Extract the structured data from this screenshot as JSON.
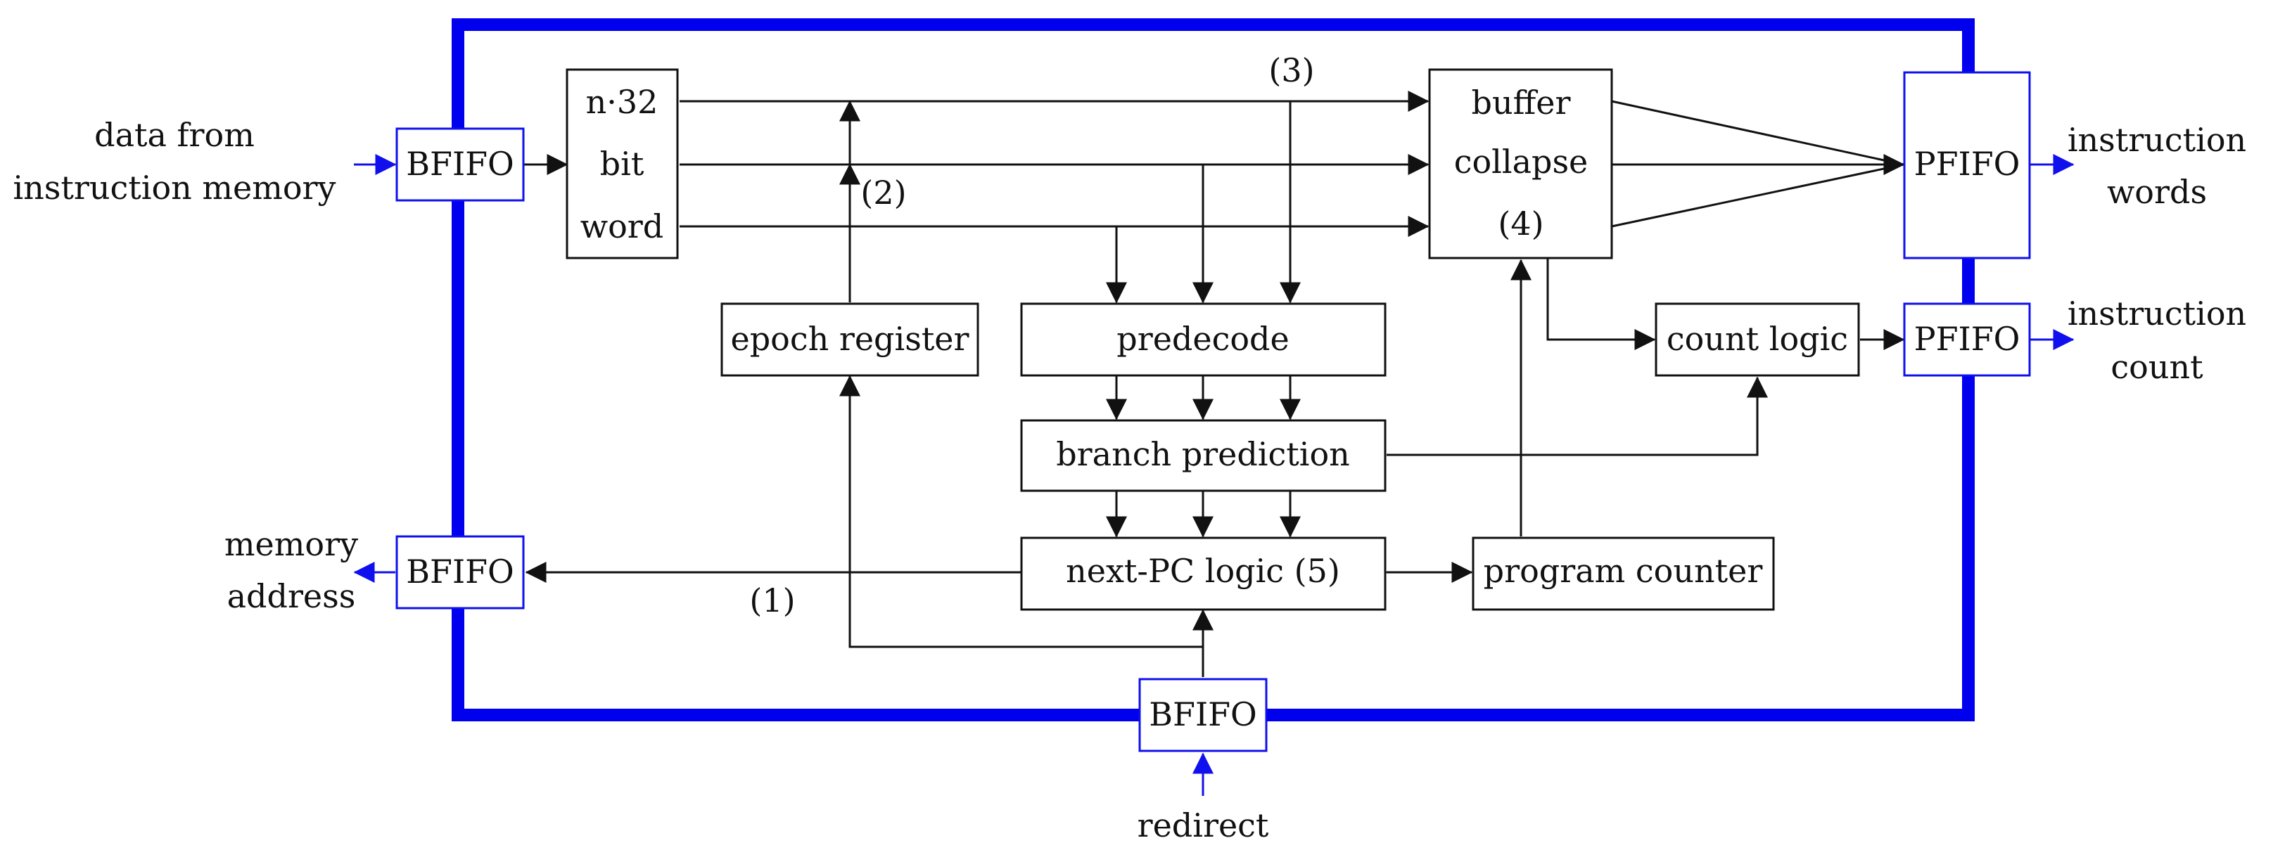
{
  "colors": {
    "frame": "#0000ee",
    "fifo_border": "#1010ee",
    "line": "#111111",
    "background": "#ffffff"
  },
  "inputs": {
    "data_from_memory": [
      "data from",
      "instruction memory"
    ],
    "redirect": "redirect"
  },
  "outputs": {
    "memory_address": [
      "memory",
      "address"
    ],
    "instruction_words": [
      "instruction",
      "words"
    ],
    "instruction_count": [
      "instruction",
      "count"
    ]
  },
  "fifos": {
    "input_bfifo": "BFIFO",
    "address_bfifo": "BFIFO",
    "redirect_bfifo": "BFIFO",
    "words_pfifo": "PFIFO",
    "count_pfifo": "PFIFO"
  },
  "blocks": {
    "word_register": [
      "n·32",
      "bit",
      "word"
    ],
    "buffer_collapse": [
      "buffer",
      "collapse",
      "(4)"
    ],
    "epoch_register": "epoch register",
    "predecode": "predecode",
    "branch_prediction": "branch prediction",
    "next_pc_logic": "next-PC logic (5)",
    "program_counter": "program counter",
    "count_logic": "count logic"
  },
  "annotations": {
    "path_1": "(1)",
    "path_2": "(2)",
    "path_3": "(3)"
  }
}
